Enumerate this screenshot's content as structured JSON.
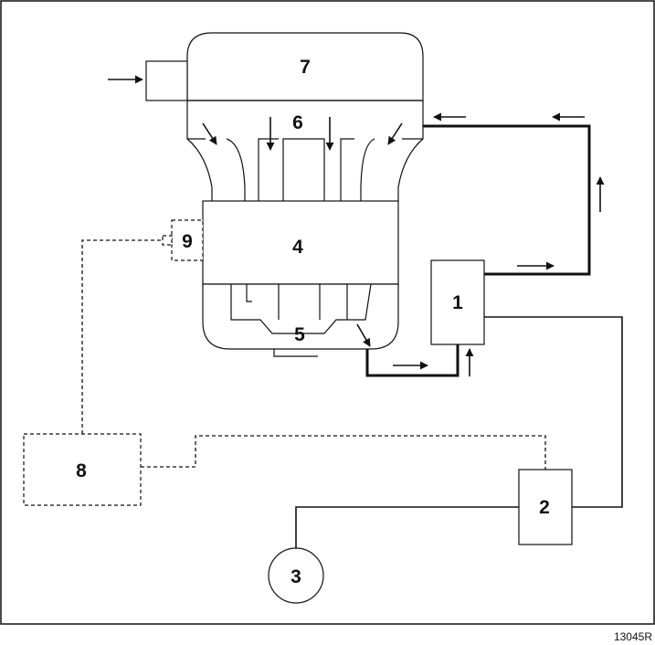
{
  "labels": {
    "n1": "1",
    "n2": "2",
    "n3": "3",
    "n4": "4",
    "n5": "5",
    "n6": "6",
    "n7": "7",
    "n8": "8",
    "n9": "9"
  },
  "reference": "13045R",
  "colors": {
    "line": "#111111",
    "background": "#ffffff"
  }
}
